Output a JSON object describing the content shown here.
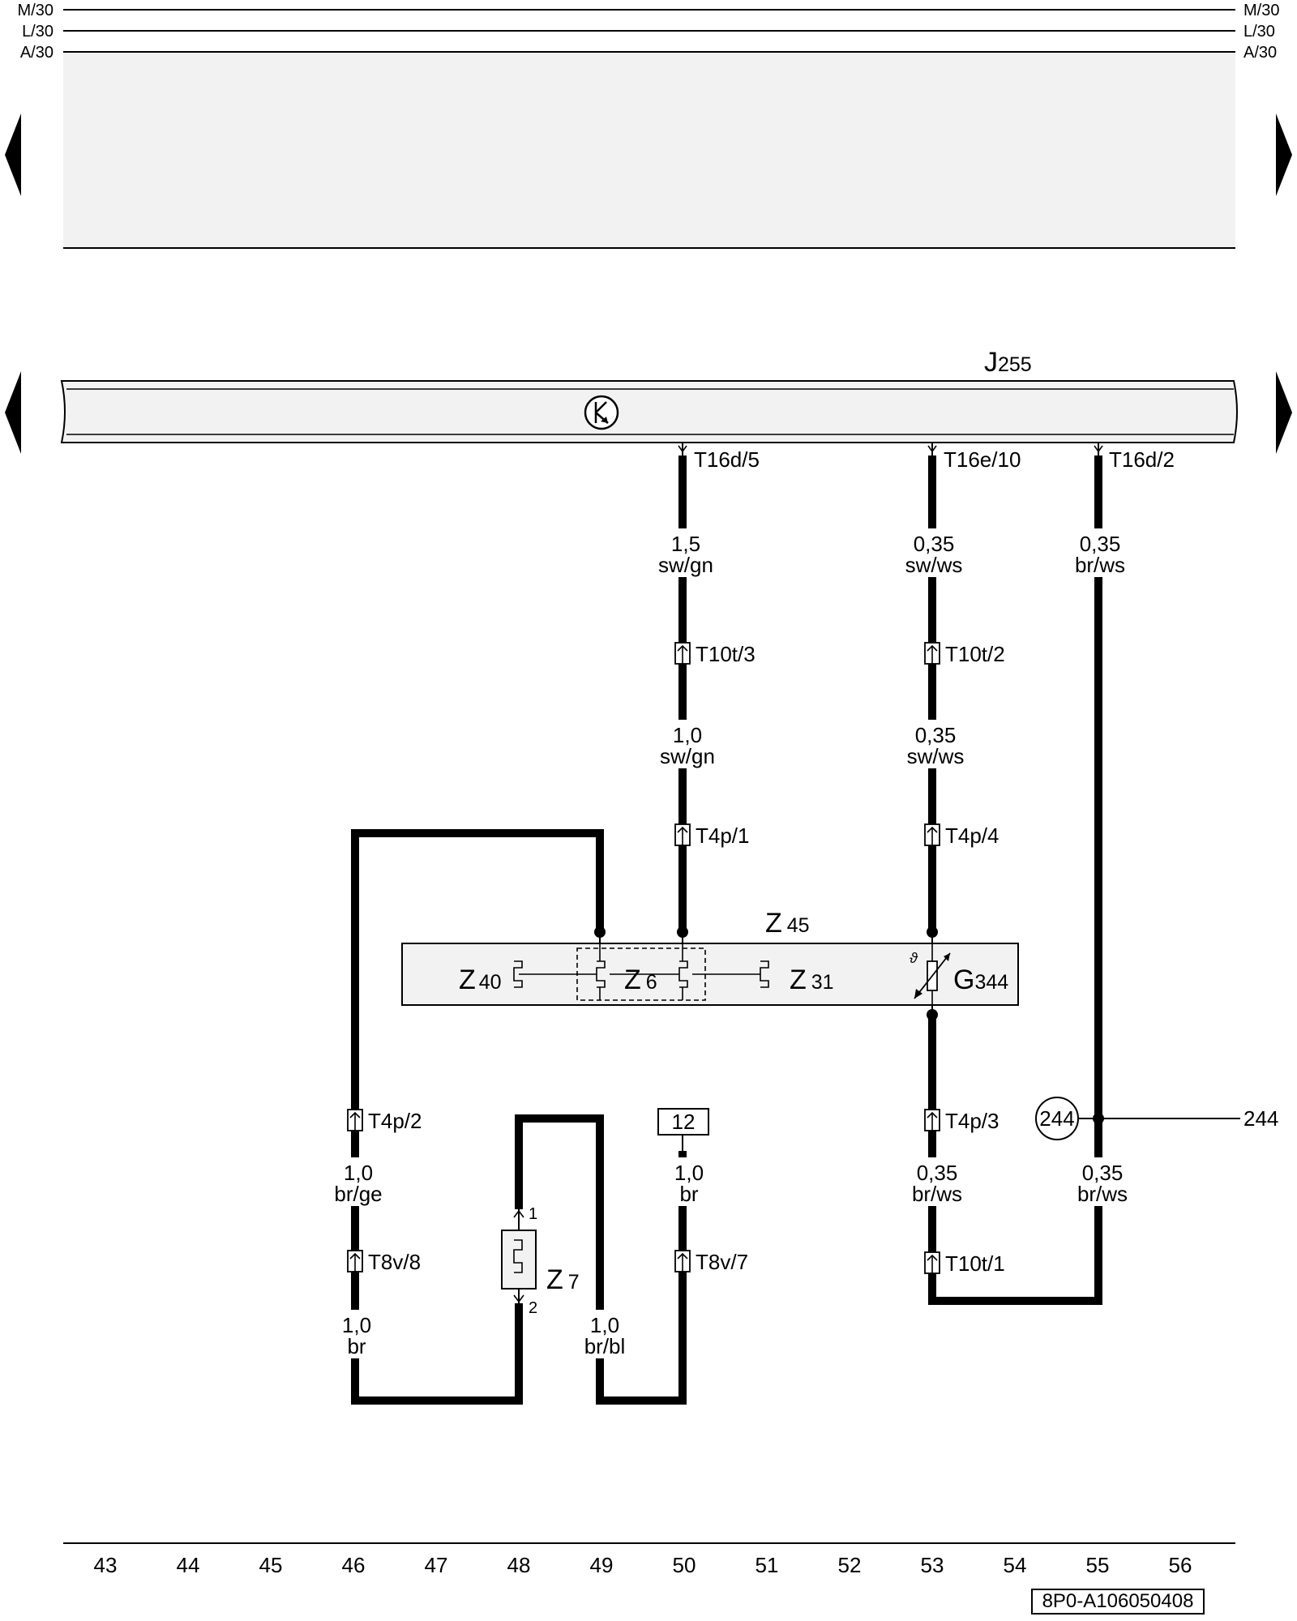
{
  "rails": {
    "left": [
      "M/30",
      "L/30",
      "A/30"
    ],
    "right": [
      "M/30",
      "L/30",
      "A/30"
    ]
  },
  "components": {
    "control_unit": {
      "letter": "J",
      "num": "255"
    },
    "assembly": {
      "letter": "Z",
      "num": "45"
    },
    "heater_z40": {
      "letter": "Z",
      "num": "40"
    },
    "heater_z6": {
      "letter": "Z",
      "num": "6"
    },
    "heater_z31": {
      "letter": "Z",
      "num": "31"
    },
    "sensor_g344": {
      "letter": "G",
      "num": "344"
    },
    "heater_z7": {
      "letter": "Z",
      "num": "7",
      "pin_top": "1",
      "pin_bottom": "2"
    }
  },
  "connectors": [
    "T16d/5",
    "T16e/10",
    "T16d/2",
    "T10t/3",
    "T10t/2",
    "T4p/1",
    "T4p/4",
    "T4p/2",
    "T4p/3",
    "T8v/8",
    "T8v/7",
    "T10t/1"
  ],
  "wires": [
    {
      "size": "1,5",
      "color": "sw/gn"
    },
    {
      "size": "0,35",
      "color": "sw/ws"
    },
    {
      "size": "0,35",
      "color": "br/ws"
    },
    {
      "size": "1,0",
      "color": "sw/gn"
    },
    {
      "size": "0,35",
      "color": "sw/ws"
    },
    {
      "size": "1,0",
      "color": "br/ge"
    },
    {
      "size": "1,0",
      "color": "br"
    },
    {
      "size": "0,35",
      "color": "br/ws"
    },
    {
      "size": "0,35",
      "color": "br/ws"
    },
    {
      "size": "1,0",
      "color": "br"
    },
    {
      "size": "1,0",
      "color": "br/bl"
    }
  ],
  "fuse_ref": "12",
  "ground_point": "244",
  "ground_ref": "244",
  "grid_numbers": [
    "43",
    "44",
    "45",
    "46",
    "47",
    "48",
    "49",
    "50",
    "51",
    "52",
    "53",
    "54",
    "55",
    "56"
  ],
  "drawing_ref": "8P0-A106050408"
}
